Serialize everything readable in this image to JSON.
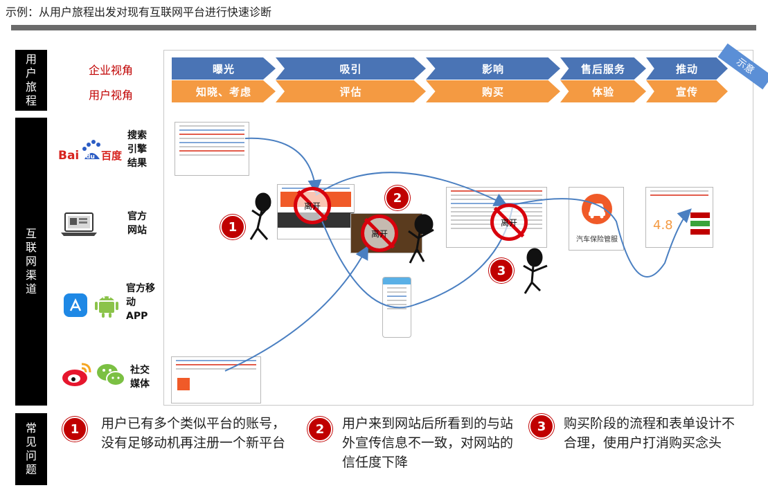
{
  "title": "示例：从用户旅程出发对现有互联网平台进行快速诊断",
  "sections": {
    "journey": "用户旅程",
    "channels": "互联网渠道",
    "issues": "常见问题"
  },
  "perspectives": {
    "enterprise": "企业视角",
    "user": "用户视角"
  },
  "stages": [
    {
      "enterprise": "曝光",
      "user": "知晓、考虑"
    },
    {
      "enterprise": "吸引",
      "user": "评估"
    },
    {
      "enterprise": "影响",
      "user": "购买"
    },
    {
      "enterprise": "售后服务",
      "user": "体验"
    },
    {
      "enterprise": "推动",
      "user": "宣传"
    }
  ],
  "illustrative_tag": "示意",
  "channels": [
    {
      "logo": "Baidu百度",
      "label": "搜索引擎结果"
    },
    {
      "logo": "laptop-icon",
      "label": "官方网站"
    },
    {
      "logo": "appstore-android-icon",
      "label": "官方移动APP"
    },
    {
      "logo": "weibo-wechat-icon",
      "label": "社交媒体"
    }
  ],
  "diagram": {
    "leave_label": "离开",
    "steps": [
      "1",
      "2",
      "3"
    ],
    "screens": {
      "service_title": "汽车保险管服",
      "rating": "4.8"
    }
  },
  "issues": [
    {
      "num": "1",
      "text": "用户已有多个类似平台的账号，没有足够动机再注册一个新平台"
    },
    {
      "num": "2",
      "text": "用户来到网站后所看到的与站外宣传信息不一致，对网站的信任度下降"
    },
    {
      "num": "3",
      "text": "购买阶段的流程和表单设计不合理，使用户打消购买念头"
    }
  ],
  "colors": {
    "blue": "#4a74b5",
    "orange": "#f49a42",
    "red": "#c00000",
    "flow": "#4a7fc1"
  }
}
